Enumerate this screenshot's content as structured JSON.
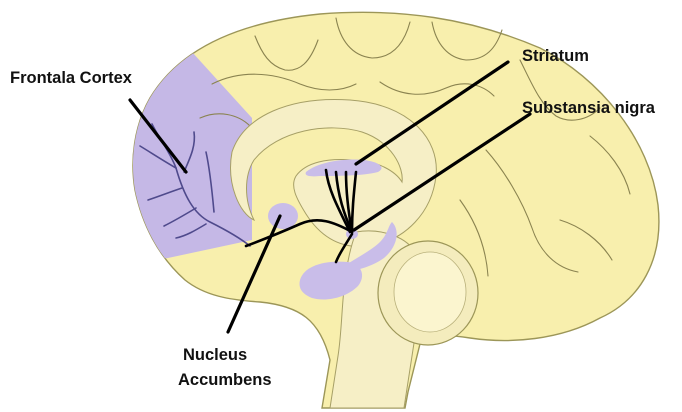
{
  "labels": {
    "frontal_cortex": "Frontala Cortex",
    "striatum": "Striatum",
    "substantia_nigra": "Substansia nigra",
    "nucleus_accumbens_line1": "Nucleus",
    "nucleus_accumbens_line2": "Accumbens"
  },
  "colors": {
    "brain_fill": "#f8efad",
    "brain_outline": "#9c9658",
    "inner_region": "#f6efc6",
    "frontal_region": "#c5b8e6",
    "structure_fill": "#c9bde9",
    "cerebellum": "#f4ecbd",
    "pathway": "#000000"
  }
}
